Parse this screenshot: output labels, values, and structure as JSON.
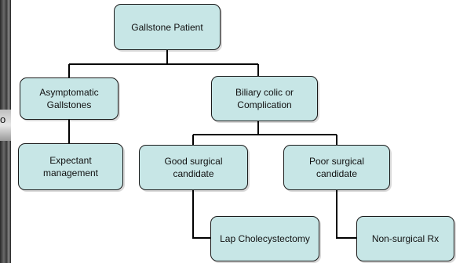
{
  "diagram": {
    "nodes": {
      "root": "Gallstone Patient",
      "asymptomatic": "Asymptomatic\nGallstones",
      "biliary": "Biliary colic or\nComplication",
      "expectant": "Expectant\nmanagement",
      "good": "Good surgical\ncandidate",
      "poor": "Poor surgical\ncandidate",
      "lap": "Lap Cholecystectomy",
      "nonsurgical": "Non-surgical Rx"
    },
    "edge_glyph": "o",
    "colors": {
      "node_fill": "#c7e6e6",
      "node_border": "#1a1a1a",
      "connector": "#000000"
    }
  }
}
